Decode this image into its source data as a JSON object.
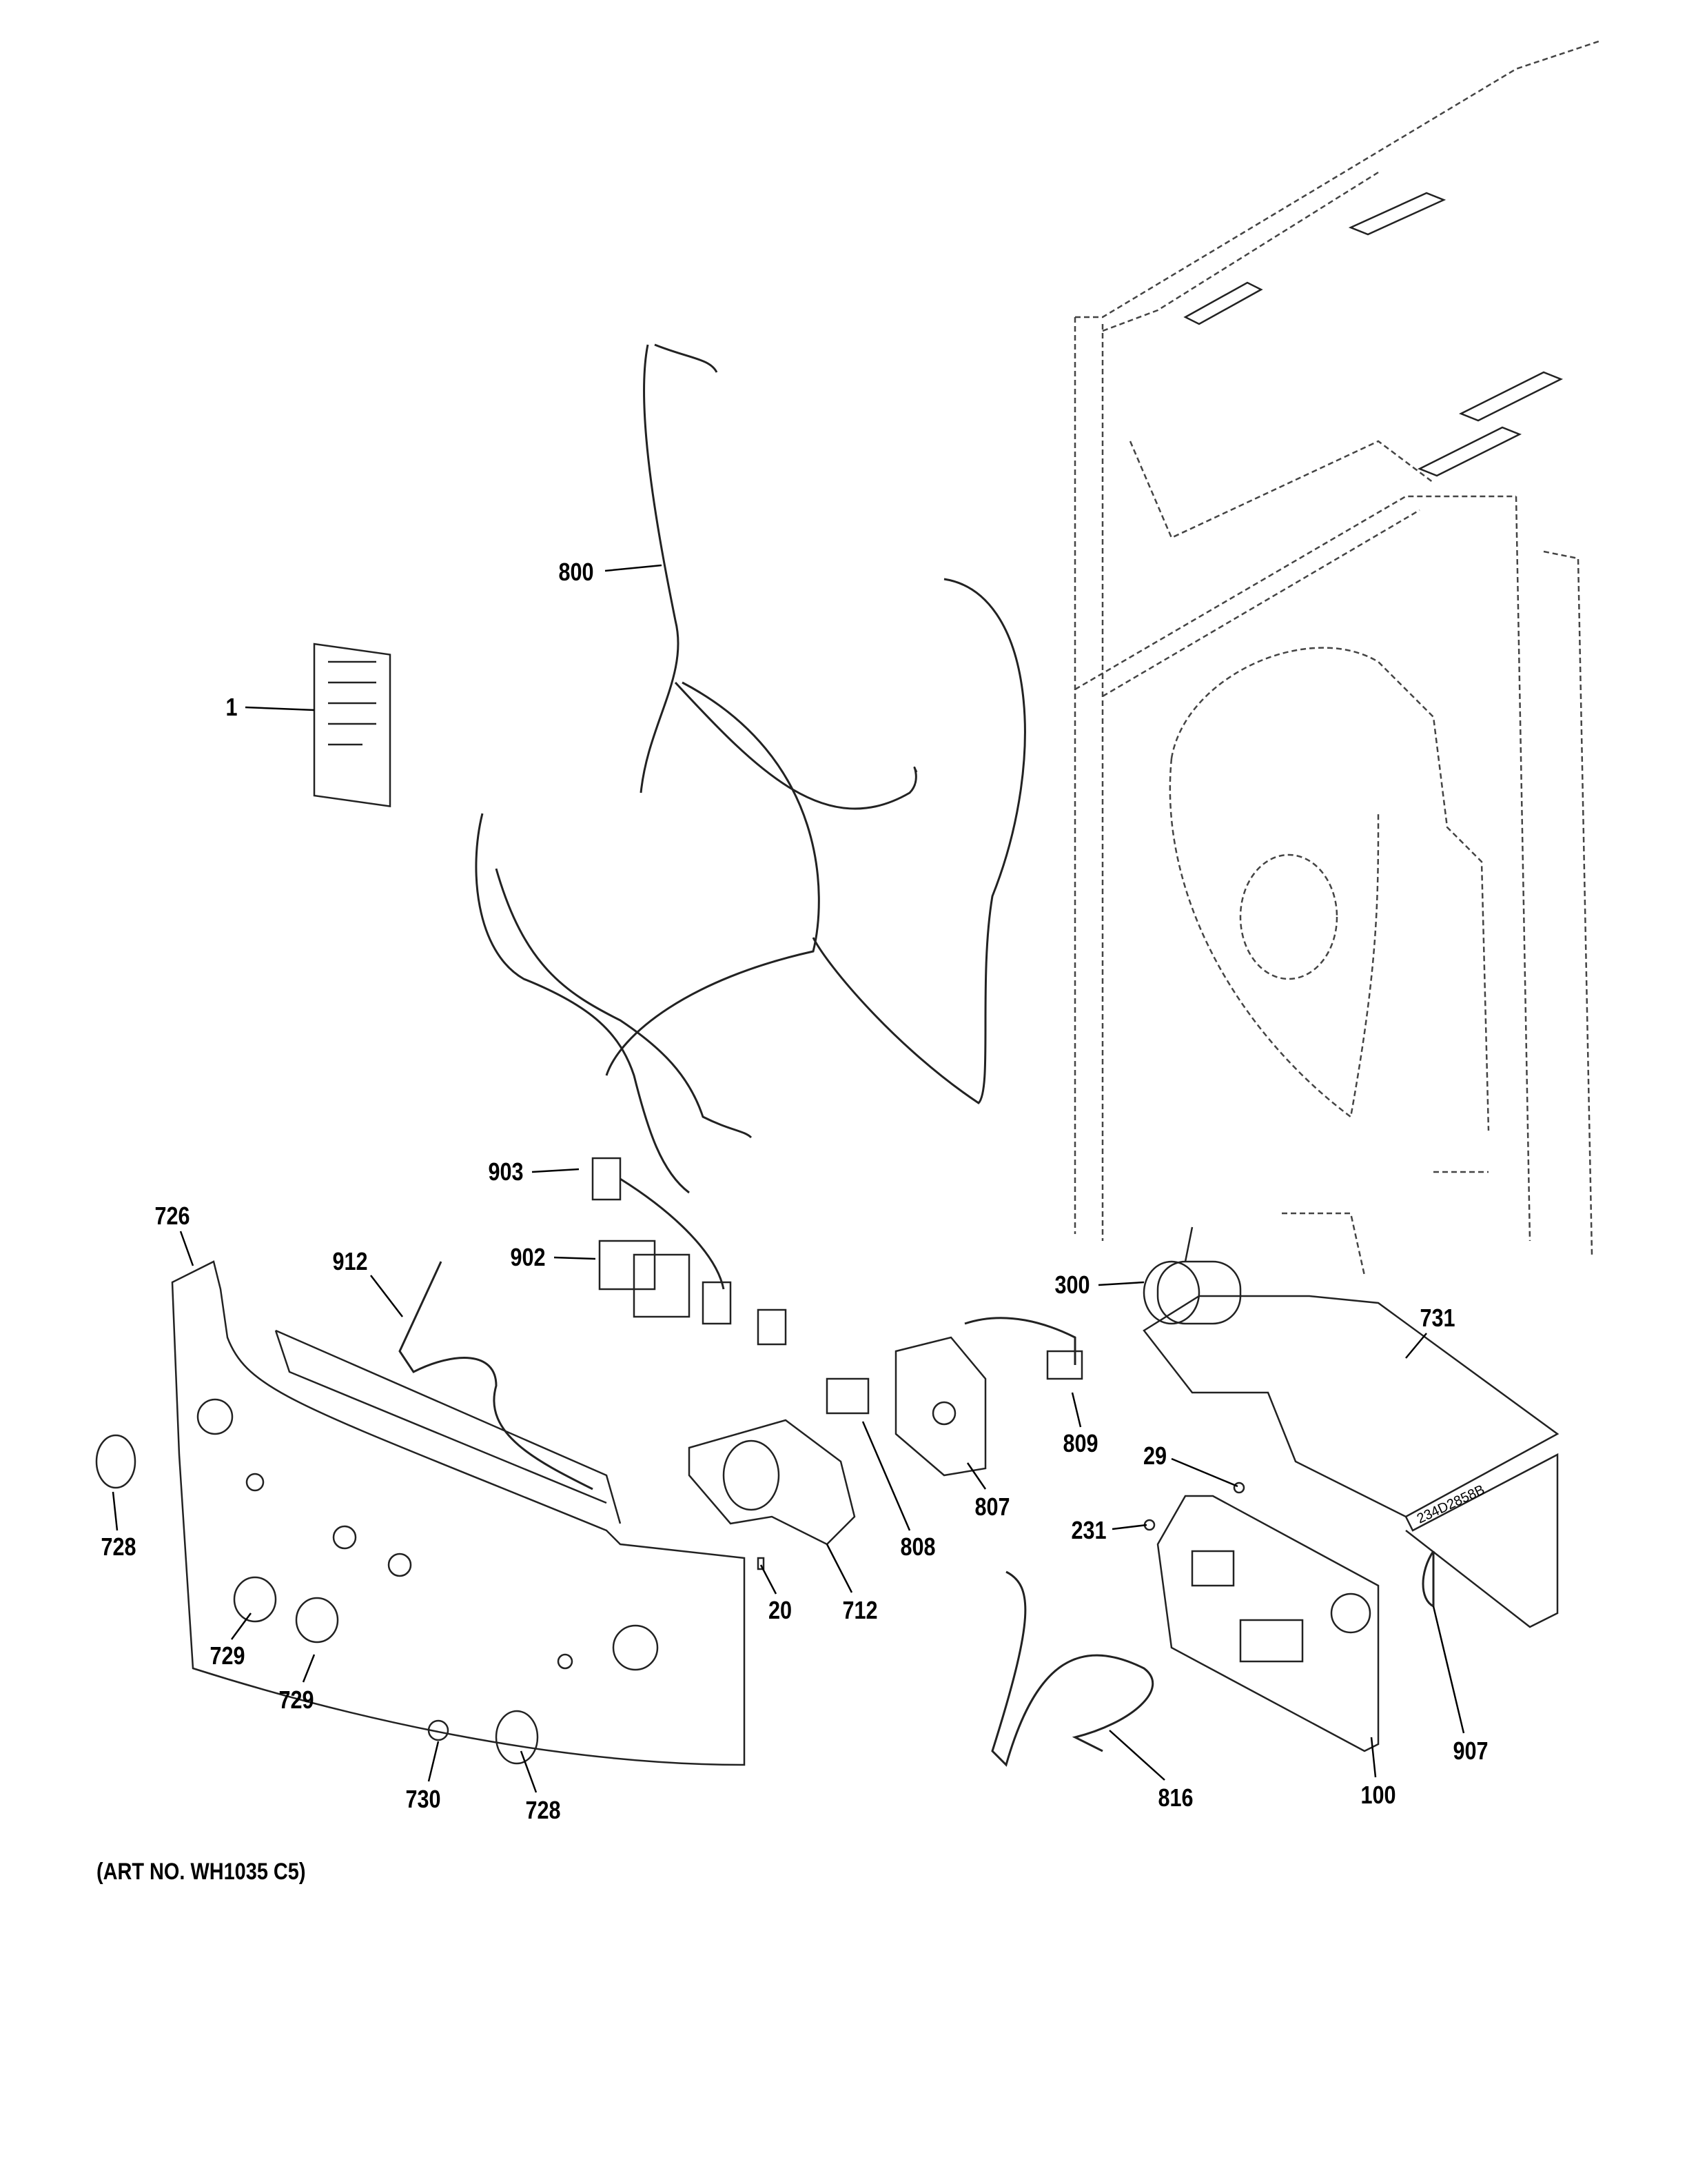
{
  "diagram": {
    "art_number": "(ART NO. WH1035 C5)",
    "callouts": [
      {
        "id": "c800",
        "label": "800"
      },
      {
        "id": "c1",
        "label": "1"
      },
      {
        "id": "c903",
        "label": "903"
      },
      {
        "id": "c726",
        "label": "726"
      },
      {
        "id": "c912",
        "label": "912"
      },
      {
        "id": "c902",
        "label": "902"
      },
      {
        "id": "c300",
        "label": "300"
      },
      {
        "id": "c731",
        "label": "731"
      },
      {
        "id": "c29",
        "label": "29"
      },
      {
        "id": "c809",
        "label": "809"
      },
      {
        "id": "c807",
        "label": "807"
      },
      {
        "id": "c808",
        "label": "808"
      },
      {
        "id": "c231",
        "label": "231"
      },
      {
        "id": "c728a",
        "label": "728"
      },
      {
        "id": "c20",
        "label": "20"
      },
      {
        "id": "c712",
        "label": "712"
      },
      {
        "id": "c729a",
        "label": "729"
      },
      {
        "id": "c729b",
        "label": "729"
      },
      {
        "id": "c907",
        "label": "907"
      },
      {
        "id": "c100",
        "label": "100"
      },
      {
        "id": "c816",
        "label": "816"
      },
      {
        "id": "c730",
        "label": "730"
      },
      {
        "id": "c728b",
        "label": "728"
      }
    ],
    "bracket_marking": "234D2858B"
  }
}
